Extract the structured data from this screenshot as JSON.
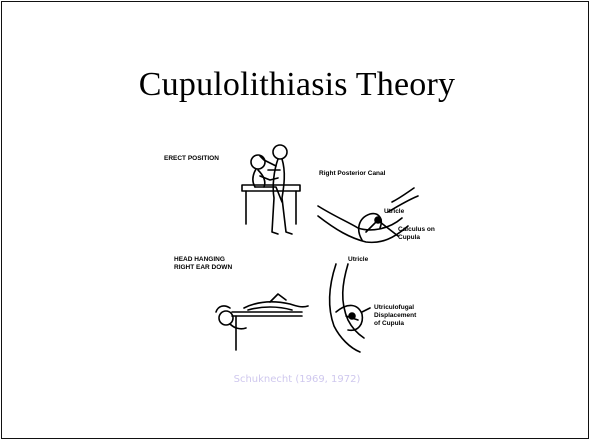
{
  "slide": {
    "title": "Cupulolithiasis Theory",
    "citation": "Schuknecht (1969, 1972)"
  },
  "diagram": {
    "labels": {
      "erect_position": "ERECT POSITION",
      "right_posterior_canal": "Right Posterior Canal",
      "utricle_top": "Utricle",
      "calculus_on_cupula": "Calculus on\nCupula",
      "head_hanging": "HEAD HANGING\nRIGHT EAR DOWN",
      "utricle_bottom": "Utricle",
      "utriculofugal": "Utriculofugal\nDisplacement\nof Cupula"
    }
  },
  "colors": {
    "citation": "#cfc8ee"
  }
}
